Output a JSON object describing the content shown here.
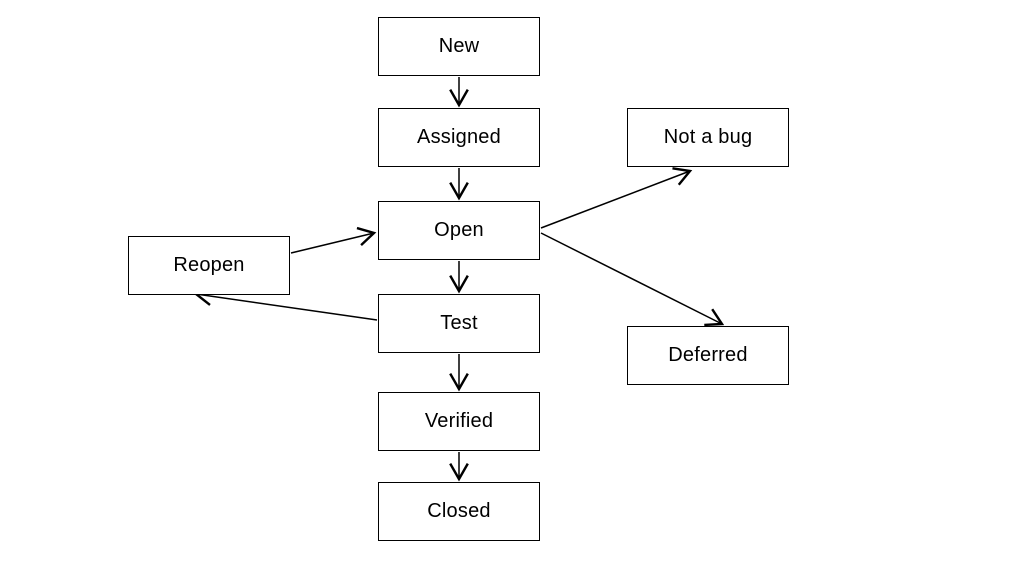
{
  "diagram": {
    "type": "flowchart",
    "subject": "bug-lifecycle-state-diagram",
    "colors": {
      "background": "#ffffff",
      "stroke": "#000000",
      "node_fill": "#ffffff",
      "text": "#000000"
    },
    "nodes": {
      "new": {
        "label": "New"
      },
      "assigned": {
        "label": "Assigned"
      },
      "open": {
        "label": "Open"
      },
      "test": {
        "label": "Test"
      },
      "verified": {
        "label": "Verified"
      },
      "closed": {
        "label": "Closed"
      },
      "reopen": {
        "label": "Reopen"
      },
      "not_a_bug": {
        "label": "Not a bug"
      },
      "deferred": {
        "label": "Deferred"
      }
    },
    "edges": [
      {
        "from": "New",
        "to": "Assigned"
      },
      {
        "from": "Assigned",
        "to": "Open"
      },
      {
        "from": "Open",
        "to": "Test"
      },
      {
        "from": "Test",
        "to": "Verified"
      },
      {
        "from": "Verified",
        "to": "Closed"
      },
      {
        "from": "Open",
        "to": "Not a bug"
      },
      {
        "from": "Open",
        "to": "Deferred"
      },
      {
        "from": "Test",
        "to": "Reopen"
      },
      {
        "from": "Reopen",
        "to": "Open"
      }
    ]
  }
}
